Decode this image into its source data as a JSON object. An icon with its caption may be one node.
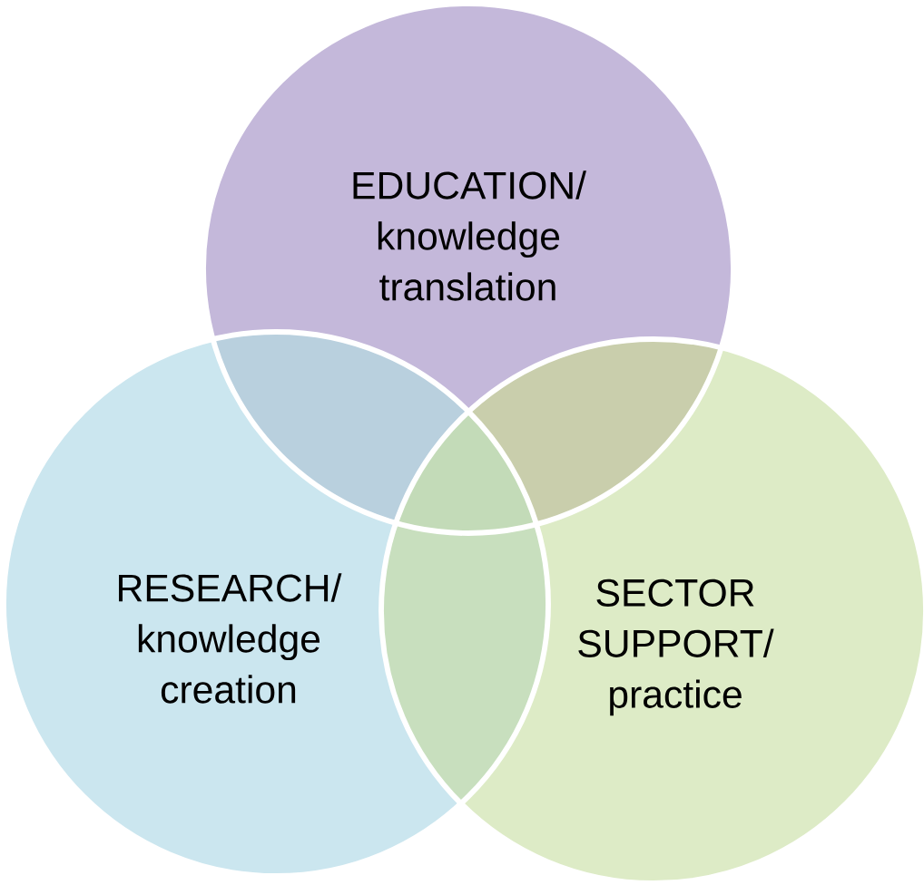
{
  "diagram": {
    "nodes": [
      {
        "text": [
          "EDUCATION/ knowledge translation"
        ]
      },
      {
        "text": [
          "RESEARCH/ knowledge creation"
        ]
      },
      {
        "text": [
          "SECTOR SUPPORT/ practice"
        ]
      }
    ]
  }
}
